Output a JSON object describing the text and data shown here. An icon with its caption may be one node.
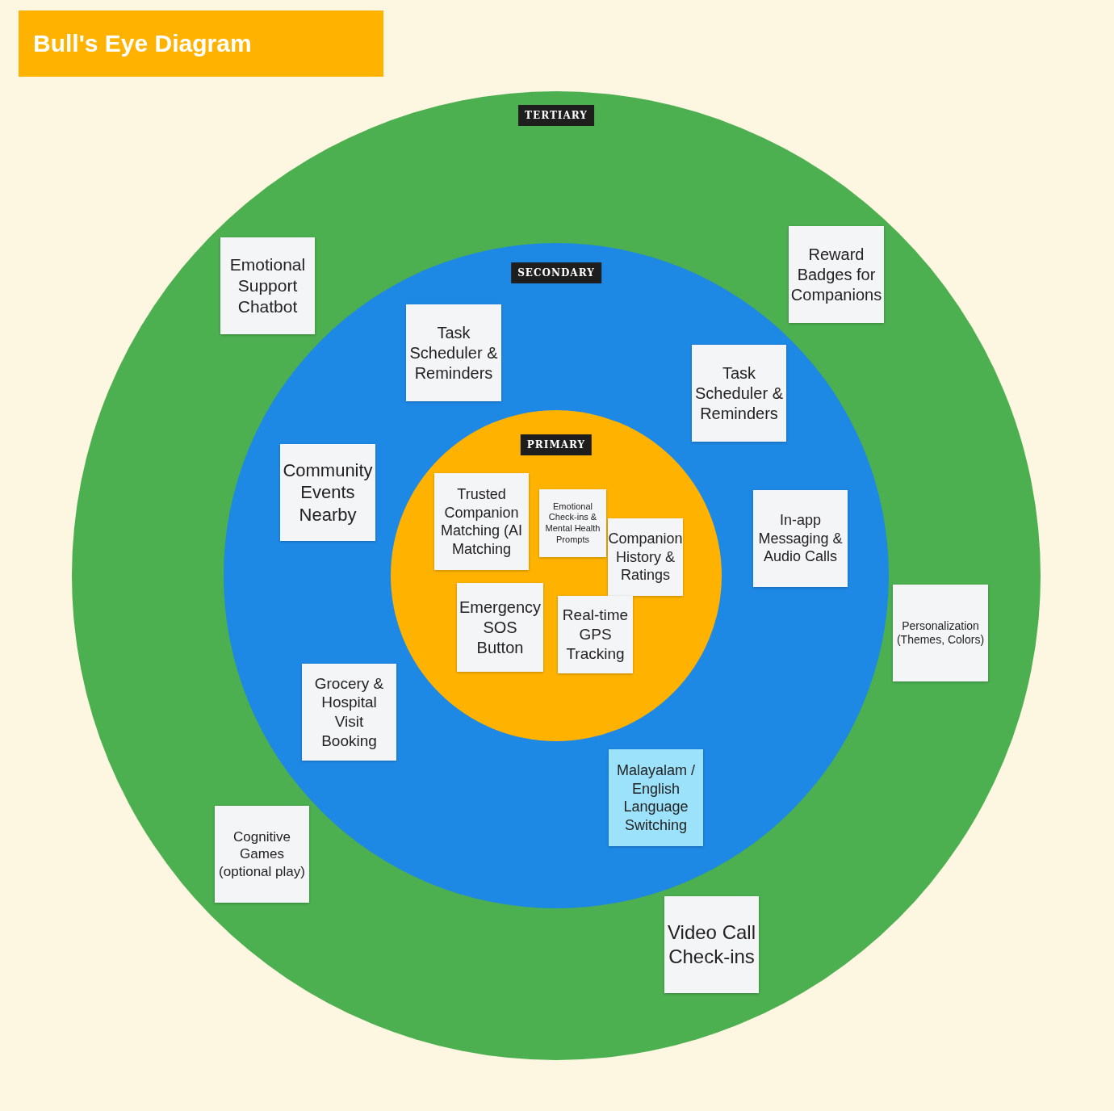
{
  "diagram": {
    "title": "Bull's Eye Diagram",
    "nodes": [
      {
        "text": [
          "TERTIARY"
        ]
      },
      {
        "text": [
          "Emotional Support Chatbot"
        ],
        "in": 0
      },
      {
        "text": [
          "Reward Badges for Companions"
        ],
        "in": 0
      },
      {
        "text": [
          "SECONDARY"
        ],
        "in": 0
      },
      {
        "text": [
          "Task Scheduler & Reminders"
        ],
        "in": 3
      },
      {
        "text": [
          "Task Scheduler & Reminders"
        ],
        "in": 3
      },
      {
        "text": [
          "Community Events Nearby"
        ],
        "in": 3
      },
      {
        "text": [
          "PRIMARY"
        ],
        "in": 3
      },
      {
        "text": [
          "Trusted Companion Matching (AI Matching"
        ],
        "in": 7
      },
      {
        "text": [
          "Emotional Check-ins & Mental Health Prompts"
        ],
        "in": 7
      },
      {
        "text": [
          "Companion History & Ratings"
        ],
        "in": 7
      },
      {
        "text": [
          "Emergency SOS Button"
        ],
        "in": 7
      },
      {
        "text": [
          "Real-time GPS Tracking"
        ],
        "in": 7
      },
      {
        "text": [
          "In-app Messaging & Audio Calls"
        ],
        "in": 3
      },
      {
        "text": [
          "Personalization (Themes, Colors)"
        ],
        "in": 0
      },
      {
        "text": [
          "Grocery & Hospital Visit Booking"
        ],
        "in": 3
      },
      {
        "text": [
          "Malayalam / English Language Switching"
        ],
        "in": 3
      },
      {
        "text": [
          "Cognitive Games (optional play)"
        ],
        "in": 0
      },
      {
        "text": [
          "Video Call Check-ins"
        ],
        "in": 0
      }
    ]
  }
}
